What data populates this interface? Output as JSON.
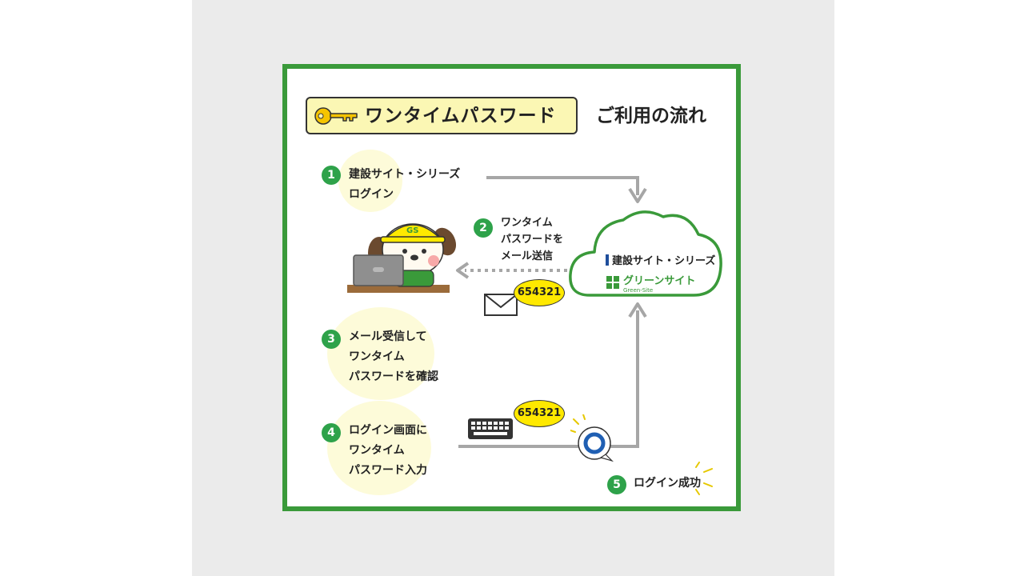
{
  "title": "ワンタイムパスワード",
  "subtitle": "ご利用の流れ",
  "steps": [
    {
      "num": "1",
      "lines": [
        "建設サイト・シリーズ",
        "ログイン"
      ]
    },
    {
      "num": "2",
      "lines": [
        "ワンタイム",
        "パスワードを",
        "メール送信"
      ]
    },
    {
      "num": "3",
      "lines": [
        "メール受信して",
        "ワンタイム",
        "パスワードを確認"
      ]
    },
    {
      "num": "4",
      "lines": [
        "ログイン画面に",
        "ワンタイム",
        "パスワード入力"
      ]
    },
    {
      "num": "5",
      "lines": [
        "ログイン成功"
      ]
    }
  ],
  "cloud": {
    "service1": "建設サイト・シリーズ",
    "service2": "グリーンサイト",
    "service2_sub": "Green-Site"
  },
  "mascot_cap_text": "GS",
  "code_email": "654321",
  "code_input": "654321",
  "colors": {
    "frame_green": "#3a9a3a",
    "step_badge_green": "#2ea24a",
    "title_bg": "#fbf7b4",
    "code_bubble": "#ffe900",
    "arrow_gray": "#a6a6a6",
    "blob_cream": "#fdfbd9"
  },
  "icons": [
    "key-icon",
    "mail-icon",
    "keyboard-icon",
    "success-ring-icon",
    "laptop-icon",
    "mascot-dog"
  ]
}
